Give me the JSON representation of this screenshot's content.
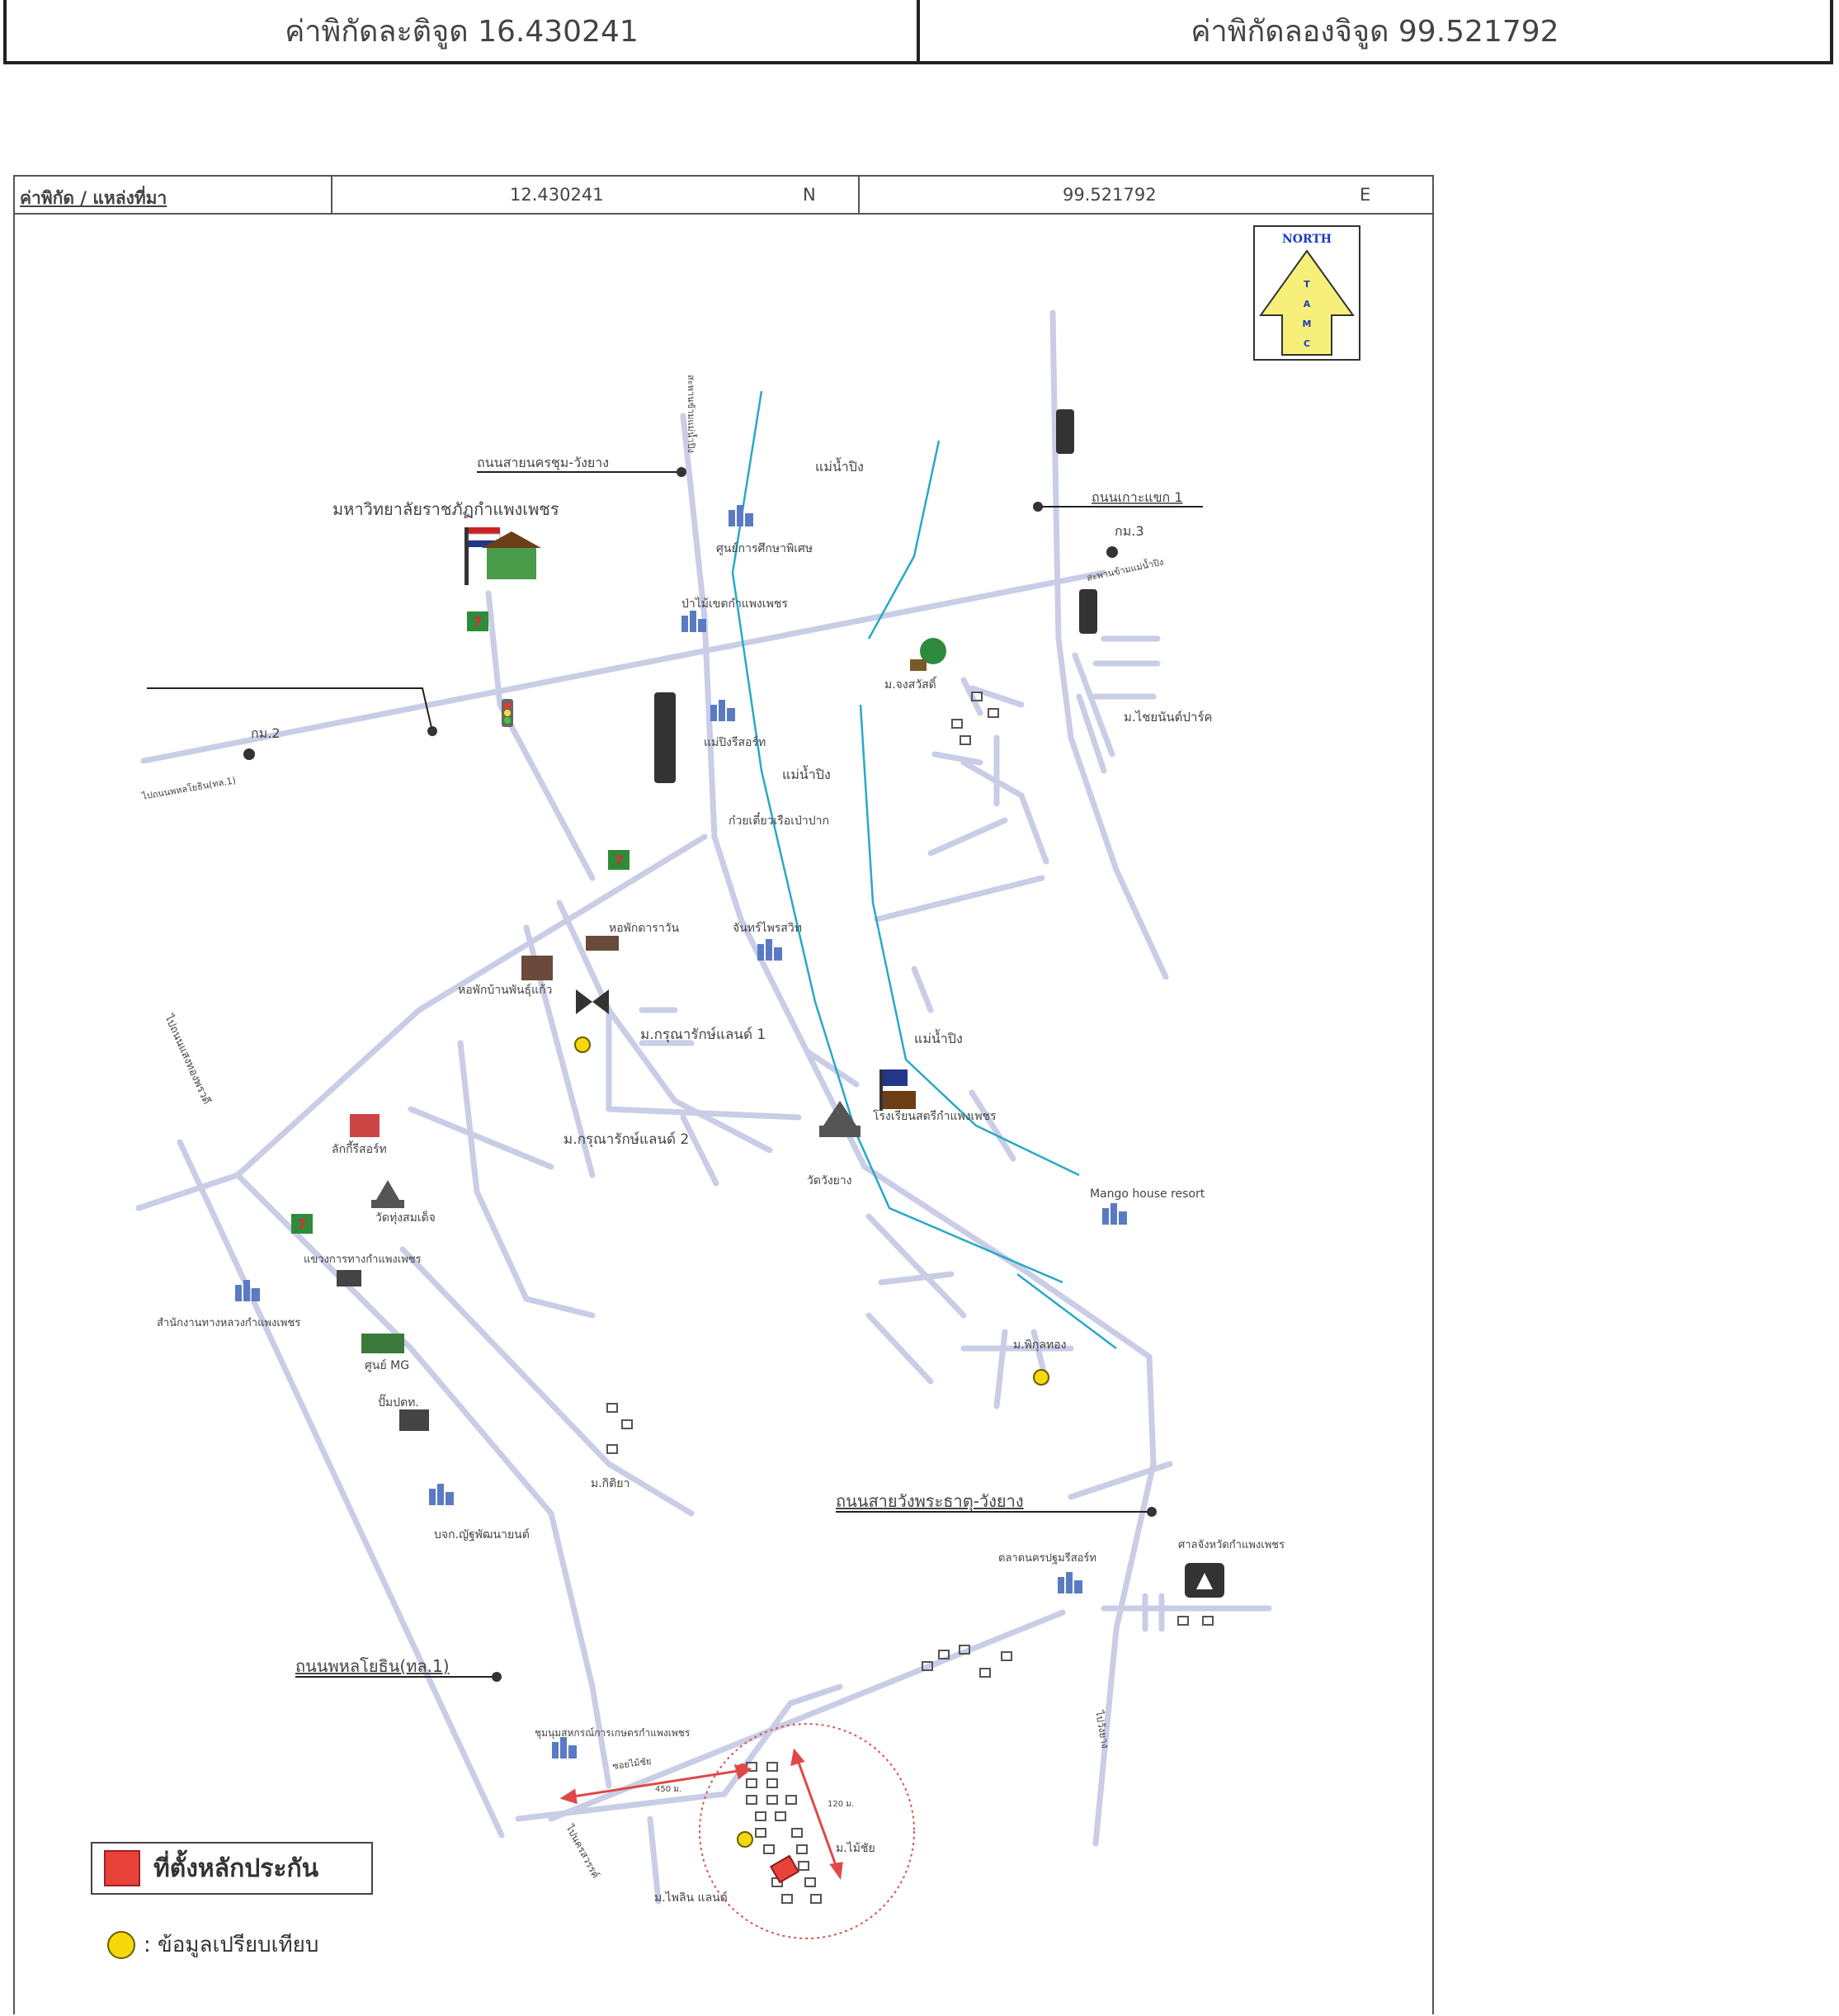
{
  "header": {
    "latitude_label": "ค่าพิกัดละติจูด 16.430241",
    "longitude_label": "ค่าพิกัดลองจิจูด 99.521792"
  },
  "map_header": {
    "source_label": "ค่าพิกัด / แหล่งที่มา",
    "lat_value": "12.430241",
    "lat_dir": "N",
    "lon_value": "99.521792",
    "lon_dir": "E"
  },
  "compass": {
    "label": "NORTH",
    "letters": [
      "T",
      "A",
      "M",
      "C"
    ]
  },
  "roads": {
    "road_top_left": "ถนนสายนครชุม-วังยาง",
    "road_top_right": "ถนนเกาะแขก 1",
    "km3": "กม.3",
    "km2": "กม.2",
    "to_phahonyothin": "ไปถนนพหลโยธิน(ทล.1)",
    "to_kamphaeng": "ไปถนนแสงทองพรวดี",
    "phahonyothin": "ถนนพหลโยธิน(ทล.1)",
    "wangphrathat": "ถนนสายวังพระธาตุ-วังยาง",
    "to_nakhonsawan": "ไปนครสวรรค์",
    "to_wangyang": "ไปวังยาง",
    "bridge": "สะพานข้ามแม่น้ำปิง"
  },
  "rivers": [
    "แม่น้ำปิง",
    "แม่น้ำปิง",
    "แม่น้ำปิง"
  ],
  "places": {
    "university": "มหาวิทยาลัยราชภัฏกำแพงเพชร",
    "school_top": "ศูนย์การศึกษาพิเศษ",
    "bank": "ป่าไม้เขตกำแพงเพชร",
    "maeping_resort": "แม่ปิงรีสอร์ท",
    "noodle": "ก๋วยเตี๋ยวเรือเป่าปาก",
    "dorm1": "หอพักดาราวัน",
    "chanthira": "จันทร์ไพรสวิท",
    "dorm2": "หอพักบ้านพันธุ์แก้ว",
    "karuna1": "ม.กรุณารักษ์แลนด์ 1",
    "karuna2": "ม.กรุณารักษ์แลนด์ 2",
    "school_river": "โรงเรียนสตรีกำแพงเพชร",
    "wat_wangyang": "วัดวังยาง",
    "mango": "Mango house resort",
    "jongsawat": "ม.จงสวัสดิ์",
    "chaiyanan": "ม.ไชยนันต์ปาร์ค",
    "sakrisort": "ลักกี้รีสอร์ท",
    "watthung": "วัดทุ่งสมเด็จ",
    "electric": "แขวงการทางกำแพงเพชร",
    "highway": "สำนักงานทางหลวงกำแพงเพชร",
    "mg": "ศูนย์ MG",
    "ptt": "ปั๊มปตท.",
    "kiti": "ม.กิติยา",
    "pithong": "ม.พิกุลทอง",
    "mai_chai": "ม.ไม้ชัย",
    "agri": "บจก.ญัฐพัฒนายนต์",
    "dmk": "ตลาดนครปฐมรีสอร์ท",
    "sahakorn": "ศาลจังหวัดกำแพงเพชร",
    "chumchon": "ชุมนุมสหกรณ์การเกษตรกำแพงเพชร",
    "soi": "ซอยไม้ชัย",
    "mai_chai2": "ม.ไม้ชัย",
    "tonkla": "ม.ไพลิน แลนด์"
  },
  "distances": {
    "horizontal": "450 ม.",
    "vertical": "120 ม."
  },
  "legend": {
    "collateral": "ที่ตั้งหลักประกัน",
    "comparison": ": ข้อมูลเปรียบเทียบ"
  },
  "colors": {
    "road": "#c9cde6",
    "river": "#27a9c9",
    "collateral": "#e8413a",
    "comparison": "#f5d90a",
    "radius": "#d9534f",
    "dimension": "#e04848"
  }
}
